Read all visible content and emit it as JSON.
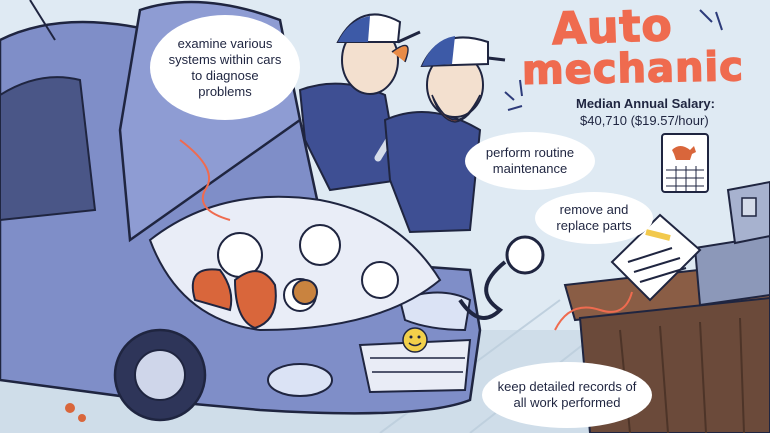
{
  "title": {
    "line1": "Auto",
    "line2": "mechanic"
  },
  "salary": {
    "label": "Median Annual Salary:",
    "value": "$40,710 ($19.57/hour)"
  },
  "bubbles": {
    "diagnose": "examine various systems within cars to diagnose problems",
    "maintenance": "perform routine maintenance",
    "replace": "remove and replace parts",
    "records": "keep detailed records of all work performed"
  },
  "colors": {
    "background": "#dfeaf3",
    "car": "#7f8ec8",
    "title": "#ef6b4f",
    "outline": "#1f2540",
    "uniform": "#3e4f93",
    "cap_white": "#ffffff",
    "cap_blue": "#3d5aa7",
    "hair": "#e98b46",
    "squirrel": "#d9663b",
    "table": "#6b4a3a",
    "toolbox": "#8c98b9"
  },
  "icons": {
    "dog_calendar": "dog-calendar-icon",
    "clipboard": "clipboard-icon",
    "wrench": "wrench-icon",
    "smiley": "smiley-face-icon",
    "squirrel": "squirrel-icon",
    "sparkle": "sparkle-icon"
  }
}
